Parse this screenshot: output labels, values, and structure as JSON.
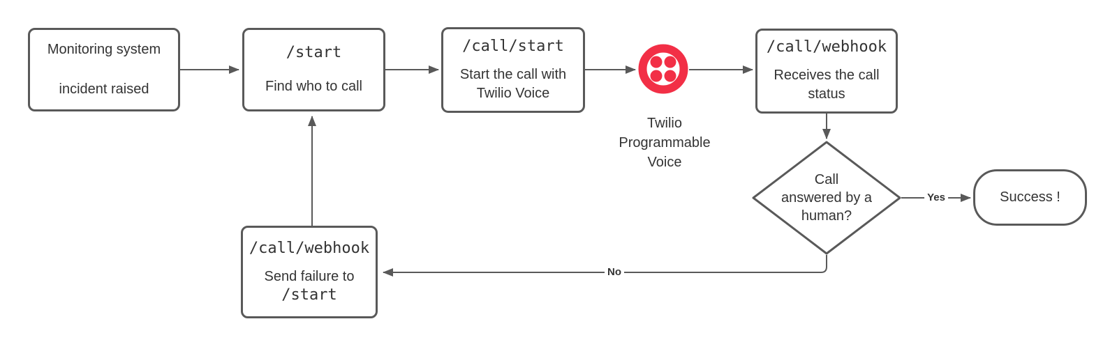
{
  "colors": {
    "node_border": "#595959",
    "edge_stroke": "#595959",
    "text": "#333333",
    "twilio_red": "#F22F46",
    "background": "#ffffff"
  },
  "nodes": {
    "monitoring": {
      "lines": [
        "Monitoring system",
        "incident raised"
      ]
    },
    "start": {
      "endpoint": "/start",
      "description": "Find who to call"
    },
    "call_start": {
      "endpoint": "/call/start",
      "description_lines": [
        "Start the call with",
        "Twilio Voice"
      ]
    },
    "twilio_voice": {
      "icon": "twilio-logo",
      "caption_lines": [
        "Twilio",
        "Programmable",
        "Voice"
      ]
    },
    "call_webhook": {
      "endpoint": "/call/webhook",
      "description_lines": [
        "Receives the call",
        "status"
      ]
    },
    "decision": {
      "question_lines": [
        "Call",
        "answered by a",
        "human?"
      ]
    },
    "success": {
      "label": "Success !"
    },
    "failure_webhook": {
      "endpoint": "/call/webhook",
      "description": "Send failure to",
      "description_endpoint": "/start"
    }
  },
  "edge_labels": {
    "yes": "Yes",
    "no": "No"
  }
}
